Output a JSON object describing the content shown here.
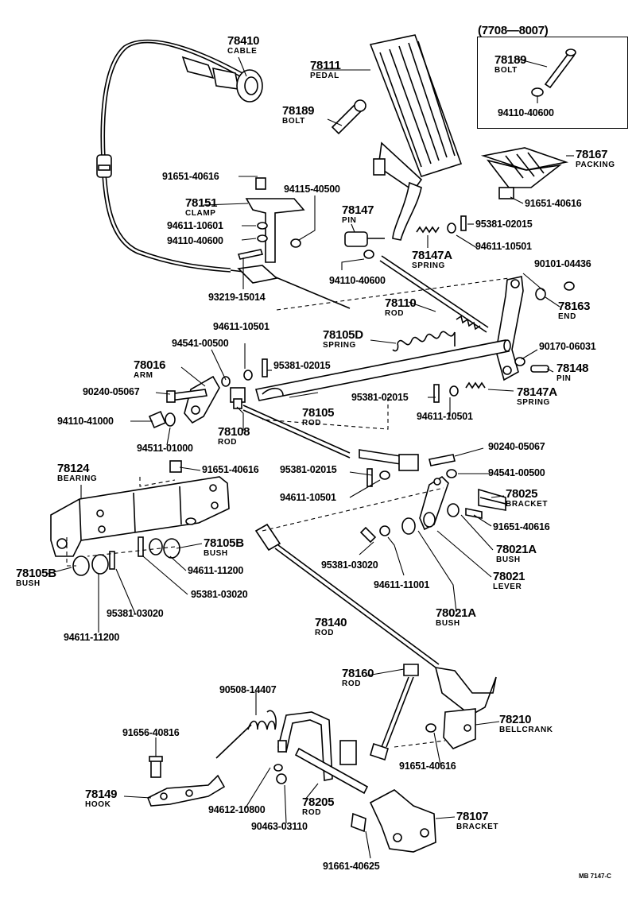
{
  "labels": {
    "inset_range": "(7708—8007)",
    "p78410": "78410",
    "p78410_name": "CABLE",
    "p78111": "78111",
    "p78111_name": "PEDAL",
    "p78189a": "78189",
    "p78189a_name": "BOLT",
    "p78189b": "78189",
    "p78189b_name": "BOLT",
    "p94110_40600_inset": "94110-40600",
    "p78167": "78167",
    "p78167_name": "PACKING",
    "p91651_40616_a": "91651-40616",
    "p91651_40616_b": "91651-40616",
    "p94115_40500": "94115-40500",
    "p78151": "78151",
    "p78151_name": "CLAMP",
    "p94611_10601": "94611-10601",
    "p94110_40600_a": "94110-40600",
    "p78147": "78147",
    "p78147_name": "PIN",
    "p95381_02015_a": "95381-02015",
    "p94611_10501_a": "94611-10501",
    "p78147A_a": "78147A",
    "p78147A_a_name": "SPRING",
    "p94110_40600_b": "94110-40600",
    "p93219_15014": "93219-15014",
    "p90101_04436": "90101-04436",
    "p78163": "78163",
    "p78163_name": "END",
    "p78110": "78110",
    "p78110_name": "ROD",
    "p94611_10501_b": "94611-10501",
    "p78105D": "78105D",
    "p78105D_name": "SPRING",
    "p94541_00500_a": "94541-00500",
    "p95381_02015_b": "95381-02015",
    "p90170_06031": "90170-06031",
    "p78148": "78148",
    "p78148_name": "PIN",
    "p78016": "78016",
    "p78016_name": "ARM",
    "p90240_05067_a": "90240-05067",
    "p95381_02015_c": "95381-02015",
    "p78147A_b": "78147A",
    "p78147A_b_name": "SPRING",
    "p78105": "78105",
    "p78105_name": "ROD",
    "p94611_10501_c": "94611-10501",
    "p94110_41000": "94110-41000",
    "p78108": "78108",
    "p78108_name": "ROD",
    "p94511_01000": "94511-01000",
    "p90240_05067_b": "90240-05067",
    "p78124": "78124",
    "p78124_name": "BEARING",
    "p91651_40616_c": "91651-40616",
    "p95381_02015_d": "95381-02015",
    "p94541_00500_b": "94541-00500",
    "p94611_10501_d": "94611-10501",
    "p78025": "78025",
    "p78025_name": "BRACKET",
    "p91651_40616_d": "91651-40616",
    "p78105B_a": "78105B",
    "p78105B_a_name": "BUSH",
    "p78021A_a": "78021A",
    "p78021A_a_name": "BUSH",
    "p78105B_b": "78105B",
    "p78105B_b_name": "BUSH",
    "p94611_11200_a": "94611-11200",
    "p95381_03020_a": "95381-03020",
    "p78021": "78021",
    "p78021_name": "LEVER",
    "p95381_03020_b": "95381-03020",
    "p94611_11001": "94611-11001",
    "p95381_03020_c": "95381-03020",
    "p78021A_b": "78021A",
    "p78021A_b_name": "BUSH",
    "p78140": "78140",
    "p78140_name": "ROD",
    "p94611_11200_b": "94611-11200",
    "p78160": "78160",
    "p78160_name": "ROD",
    "p90508_14407": "90508-14407",
    "p78210": "78210",
    "p78210_name": "BELLCRANK",
    "p91656_40816": "91656-40816",
    "p91651_40616_e": "91651-40616",
    "p78149": "78149",
    "p78149_name": "HOOK",
    "p94612_10800": "94612-10800",
    "p78205": "78205",
    "p78205_name": "ROD",
    "p78107": "78107",
    "p78107_name": "BRACKET",
    "p90463_03110": "90463-03110",
    "p91661_40625": "91661-40625",
    "footer_code": "MB 7147-C"
  }
}
